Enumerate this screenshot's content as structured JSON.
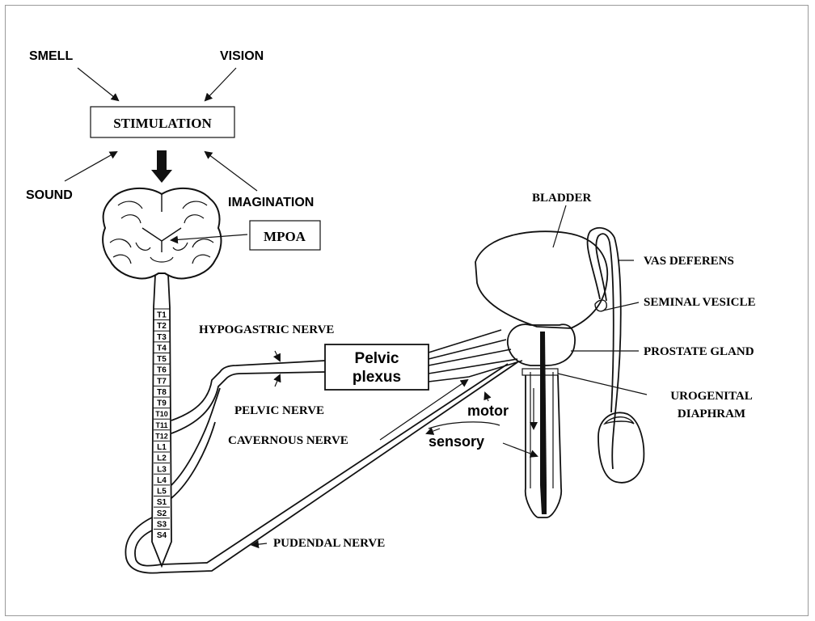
{
  "stimuli": {
    "smell": "SMELL",
    "vision": "VISION",
    "sound": "SOUND",
    "imagination": "IMAGINATION",
    "stimulation": "STIMULATION"
  },
  "brain": {
    "mpoa": "MPOA"
  },
  "spinal_segments": [
    "T1",
    "T2",
    "T3",
    "T4",
    "T5",
    "T6",
    "T7",
    "T8",
    "T9",
    "T10",
    "T11",
    "T12",
    "L1",
    "L2",
    "L3",
    "L4",
    "L5",
    "S1",
    "S2",
    "S3",
    "S4"
  ],
  "nerves": {
    "hypogastric": "HYPOGASTRIC NERVE",
    "pelvic": "PELVIC NERVE",
    "cavernous": "CAVERNOUS NERVE",
    "pudendal": "PUDENDAL NERVE",
    "motor": "motor",
    "sensory": "sensory"
  },
  "plexus": {
    "line1": "Pelvic",
    "line2": "plexus"
  },
  "organs": {
    "bladder": "BLADDER",
    "vas_deferens": "VAS DEFERENS",
    "seminal_vesicle": "SEMINAL VESICLE",
    "prostate_gland": "PROSTATE GLAND",
    "urogenital_line1": "UROGENITAL",
    "urogenital_line2": "DIAPHRAM"
  },
  "colors": {
    "ink": "#111111",
    "background": "#ffffff",
    "frame": "#9a9a9a"
  }
}
